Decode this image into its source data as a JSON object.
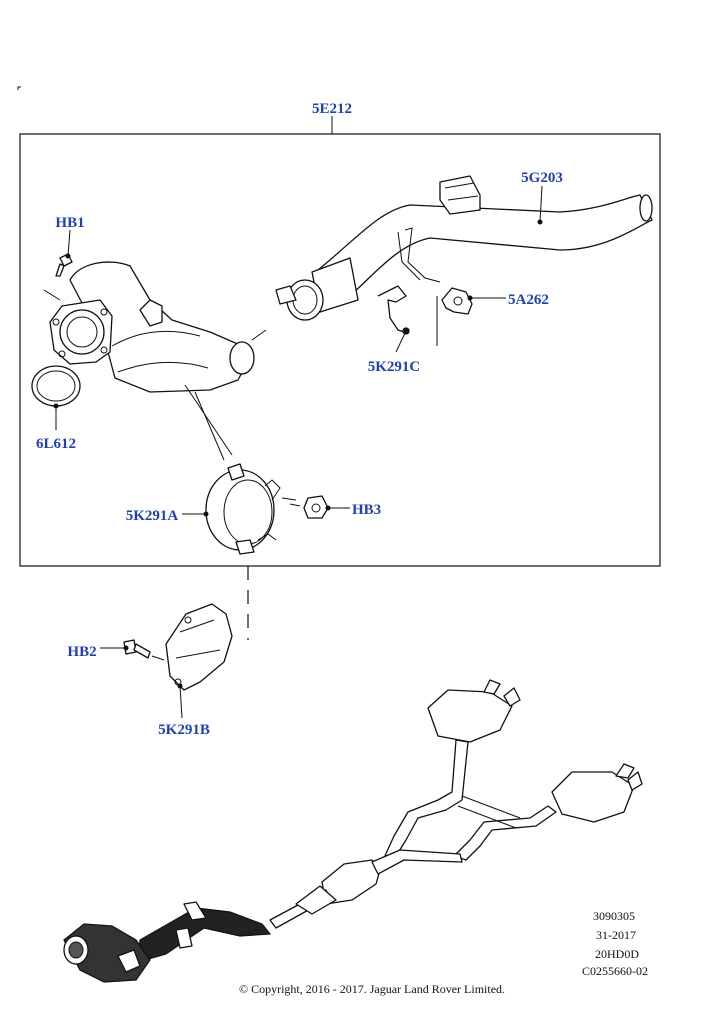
{
  "callouts": {
    "assembly": "5E212",
    "pipe": "5G203",
    "bracket": "5A262",
    "clamp_c": "5K291C",
    "bolt_hb1": "HB1",
    "gasket": "6L612",
    "clamp_a": "5K291A",
    "bolt_hb3": "HB3",
    "bolt_hb2": "HB2",
    "heatshield_b": "5K291B"
  },
  "reference": {
    "line1": "3090305",
    "line2": "31-2017",
    "line3": "20HD0D",
    "line4": "C0255660-02"
  },
  "copyright": "© Copyright, 2016 - 2017. Jaguar Land Rover Limited."
}
